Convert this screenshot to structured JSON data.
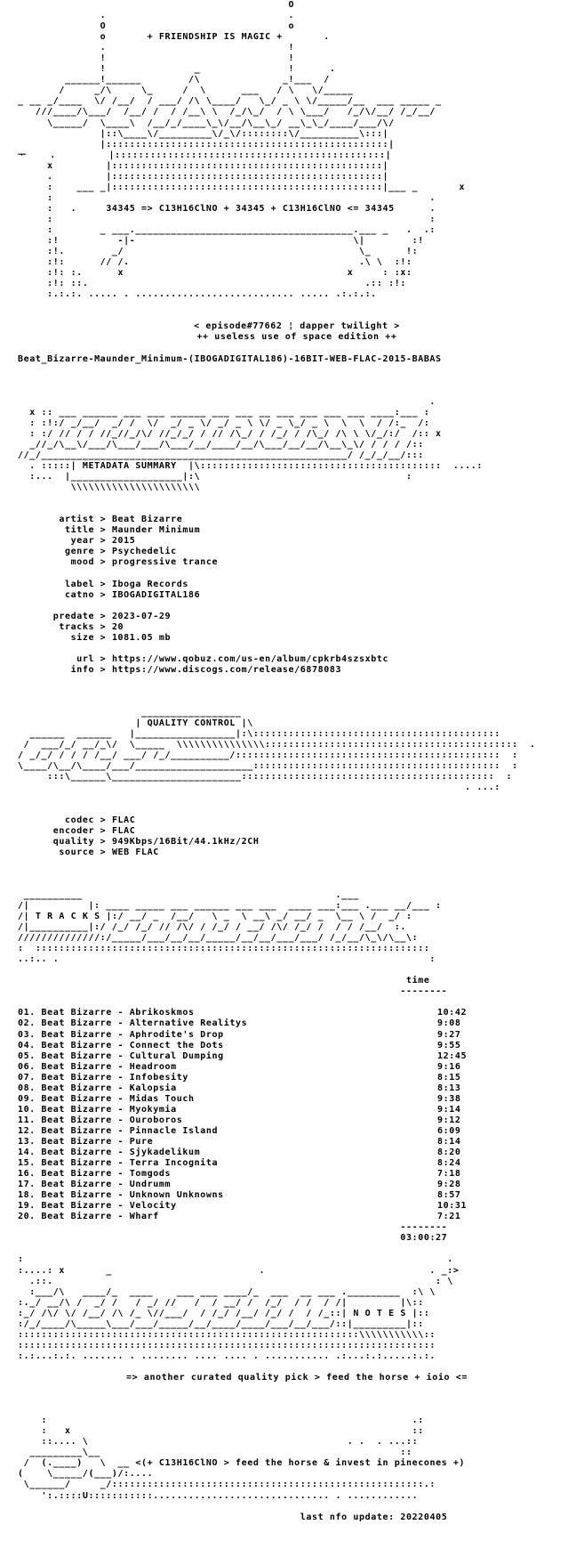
{
  "header": {
    "tagline": "+ FRIENDSHIP IS MAGIC +",
    "formula_line": "34345 => C13H16ClNO + 34345 + C13H16ClNO <= 34345"
  },
  "release": {
    "episode_line": "< episode#77662 ¦ dapper twilight >",
    "edition_line": "++ useless use of space edition ++",
    "dirname": "Beat_Bizarre-Maunder_Minimum-(IBOGADIGITAL186)-16BIT-WEB-FLAC-2015-BABAS"
  },
  "sections": {
    "metadata": "METADATA SUMMARY",
    "quality": "QUALITY CONTROL",
    "tracks": "T R A C K S",
    "notes": "N O T E S"
  },
  "metadata": [
    {
      "key": "artist",
      "value": "Beat Bizarre"
    },
    {
      "key": "title",
      "value": "Maunder Minimum"
    },
    {
      "key": "year",
      "value": "2015"
    },
    {
      "key": "genre",
      "value": "Psychedelic"
    },
    {
      "key": "mood",
      "value": "progressive trance"
    },
    {
      "key": "label",
      "value": "Iboga Records"
    },
    {
      "key": "catno",
      "value": "IBOGADIGITAL186"
    },
    {
      "key": "predate",
      "value": "2023-07-29"
    },
    {
      "key": "tracks",
      "value": "20"
    },
    {
      "key": "size",
      "value": "1081.05 mb"
    },
    {
      "key": "url",
      "value": "https://www.qobuz.com/us-en/album/cpkrb4szsxbtc"
    },
    {
      "key": "info",
      "value": "https://www.discogs.com/release/6878083"
    }
  ],
  "quality": [
    {
      "key": "codec",
      "value": "FLAC"
    },
    {
      "key": "encoder",
      "value": "FLAC"
    },
    {
      "key": "quality",
      "value": "949Kbps/16Bit/44.1kHz/2CH"
    },
    {
      "key": "source",
      "value": "WEB FLAC"
    }
  ],
  "tracklist": {
    "time_header": "time",
    "separator": "--------",
    "total": "03:00:27",
    "tracks": [
      {
        "num": "01.",
        "name": "Beat Bizarre - Abrikoskmos",
        "time": "10:42"
      },
      {
        "num": "02.",
        "name": "Beat Bizarre - Alternative Realitys",
        "time": "9:08"
      },
      {
        "num": "03.",
        "name": "Beat Bizarre - Aphrodite's Drop",
        "time": "9:27"
      },
      {
        "num": "04.",
        "name": "Beat Bizarre - Connect the Dots",
        "time": "9:55"
      },
      {
        "num": "05.",
        "name": "Beat Bizarre - Cultural Dumping",
        "time": "12:45"
      },
      {
        "num": "06.",
        "name": "Beat Bizarre - Headroom",
        "time": "9:16"
      },
      {
        "num": "07.",
        "name": "Beat Bizarre - Infobesity",
        "time": "8:15"
      },
      {
        "num": "08.",
        "name": "Beat Bizarre - Kalopsia",
        "time": "8:13"
      },
      {
        "num": "09.",
        "name": "Beat Bizarre - Midas Touch",
        "time": "9:38"
      },
      {
        "num": "10.",
        "name": "Beat Bizarre - Myokymia",
        "time": "9:14"
      },
      {
        "num": "11.",
        "name": "Beat Bizarre - Ouroboros",
        "time": "9:12"
      },
      {
        "num": "12.",
        "name": "Beat Bizarre - Pinnacle Island",
        "time": "6:09"
      },
      {
        "num": "13.",
        "name": "Beat Bizarre - Pure",
        "time": "8:14"
      },
      {
        "num": "14.",
        "name": "Beat Bizarre - Sjykadelikum",
        "time": "8:20"
      },
      {
        "num": "15.",
        "name": "Beat Bizarre - Terra Incognita",
        "time": "8:24"
      },
      {
        "num": "16.",
        "name": "Beat Bizarre - Tomgods",
        "time": "7:18"
      },
      {
        "num": "17.",
        "name": "Beat Bizarre - Undrumm",
        "time": "9:28"
      },
      {
        "num": "18.",
        "name": "Beat Bizarre - Unknown Unknowns",
        "time": "8:57"
      },
      {
        "num": "19.",
        "name": "Beat Bizarre - Velocity",
        "time": "10:31"
      },
      {
        "num": "20.",
        "name": "Beat Bizarre - Wharf",
        "time": "7:21"
      }
    ]
  },
  "footer": {
    "curated_line": "=> another curated quality pick > feed the horse + ioio <=",
    "pinecones_line": "<(+ C13H16ClNO > feed the horse & invest in pinecones +)",
    "last_update": "last nfo update: 20220405"
  }
}
